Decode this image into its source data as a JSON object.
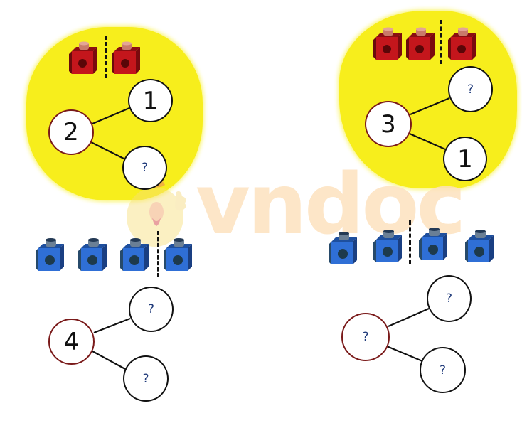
{
  "watermark": {
    "text": "vndoc",
    "color": "#fde2bf"
  },
  "colors": {
    "blob_yellow": "#f7ee1c",
    "red_cube": "#c4161c",
    "blue_cube": "#2f6fd6",
    "whole_border": "#7a1a1a",
    "part_border": "#111111",
    "question_mark": "#1f3a7a"
  },
  "exercises": [
    {
      "id": "top-left",
      "cube_color": "red",
      "cube_count": 2,
      "split": "1 | 1",
      "whole": "2",
      "part_top": "1",
      "part_bottom": "?"
    },
    {
      "id": "top-right",
      "cube_color": "red",
      "cube_count": 3,
      "split": "2 | 1",
      "whole": "3",
      "part_top": "?",
      "part_bottom": "1"
    },
    {
      "id": "bottom-left",
      "cube_color": "blue",
      "cube_count": 4,
      "split": "3 | 1",
      "whole": "4",
      "part_top": "?",
      "part_bottom": "?"
    },
    {
      "id": "bottom-right",
      "cube_color": "blue",
      "cube_count": 4,
      "split": "2 | 2",
      "whole": "?",
      "part_top": "?",
      "part_bottom": "?"
    }
  ]
}
